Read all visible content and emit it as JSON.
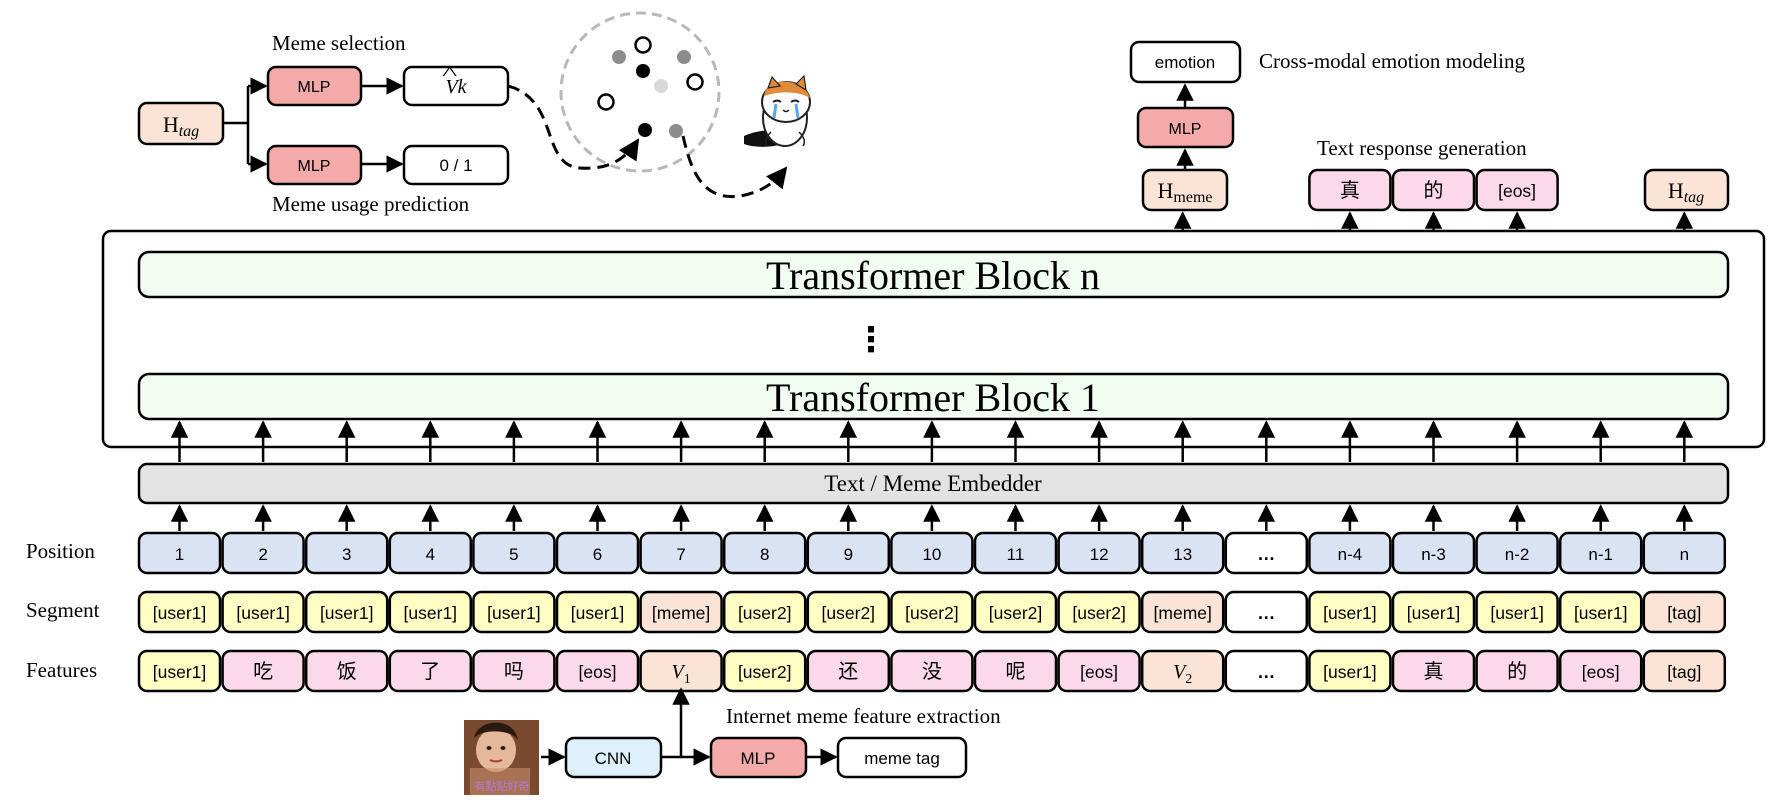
{
  "colors": {
    "position": "#dae3f3",
    "user": "#ffffc4",
    "word": "#fbd8ea",
    "meme": "#fbe4d5",
    "plain": "#ffffff",
    "mlp": "#f5aaaa",
    "cnn": "#def0fb",
    "block": "#f0fdf0",
    "embedder": "#e3e3e3",
    "stroke": "#000000"
  },
  "labels": {
    "meme_selection": "Meme selection",
    "meme_usage_prediction": "Meme usage prediction",
    "cross_modal": "Cross-modal emotion modeling",
    "text_response": "Text response generation",
    "feature_extraction": "Internet meme feature extraction"
  },
  "meme_panel": {
    "h_tag_base": "H",
    "h_tag_sub": "tag",
    "mlp_top": "MLP",
    "mlp_bottom": "MLP",
    "vk": "Vk",
    "vk_hat": "^",
    "usage_out": "0 / 1"
  },
  "emotion_panel": {
    "emotion": "emotion",
    "mlp": "MLP",
    "h_meme_base": "H",
    "h_meme_sub": "meme"
  },
  "outputs": {
    "tokens": [
      "真",
      "的",
      "[eos]"
    ],
    "h_tag_base": "H",
    "h_tag_sub": "tag"
  },
  "transformer": {
    "block_top": "Transformer Block n",
    "block_bottom": "Transformer Block 1",
    "ellipsis": "⋮"
  },
  "embedder": "Text / Meme Embedder",
  "row_labels": {
    "position": "Position",
    "segment": "Segment",
    "features": "Features"
  },
  "position_row": [
    "1",
    "2",
    "3",
    "4",
    "5",
    "6",
    "7",
    "8",
    "9",
    "10",
    "11",
    "12",
    "13",
    "…",
    "n-4",
    "n-3",
    "n-2",
    "n-1",
    "n"
  ],
  "segment_row": [
    "[user1]",
    "[user1]",
    "[user1]",
    "[user1]",
    "[user1]",
    "[user1]",
    "[meme]",
    "[user2]",
    "[user2]",
    "[user2]",
    "[user2]",
    "[user2]",
    "[meme]",
    "…",
    "[user1]",
    "[user1]",
    "[user1]",
    "[user1]",
    "[tag]"
  ],
  "features_row": [
    "[user1]",
    "吃",
    "饭",
    "了",
    "吗",
    "[eos]",
    "V1",
    "[user2]",
    "还",
    "没",
    "呢",
    "[eos]",
    "V2",
    "…",
    "[user1]",
    "真",
    "的",
    "[eos]",
    "[tag]"
  ],
  "extraction": {
    "cnn": "CNN",
    "mlp": "MLP",
    "meme_tag": "meme tag",
    "image_caption": "有點點好奇"
  }
}
